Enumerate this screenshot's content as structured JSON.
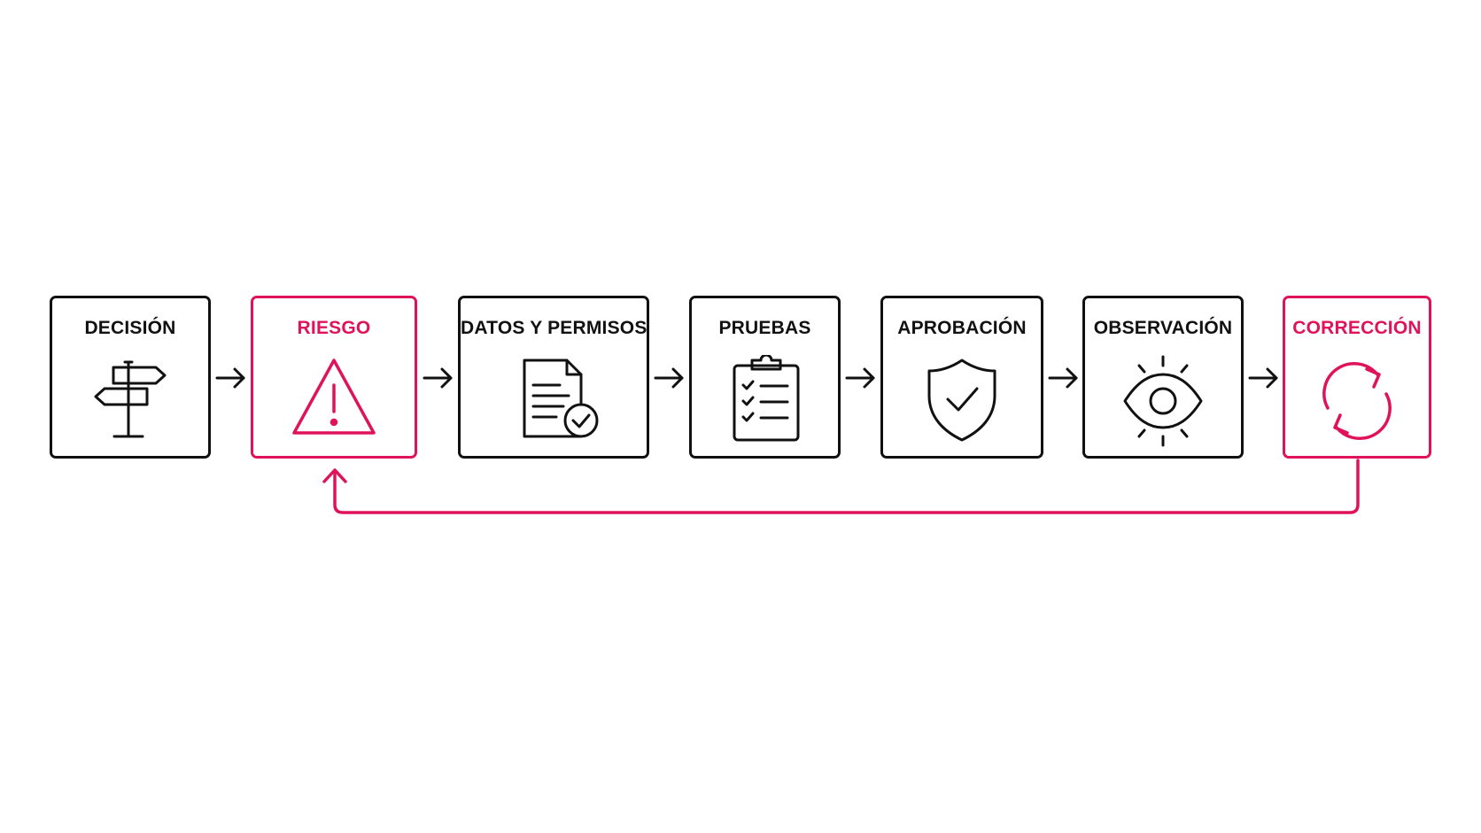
{
  "steps": [
    {
      "label": "DECISIÓN",
      "icon": "signpost-icon",
      "accent": false
    },
    {
      "label": "RIESGO",
      "icon": "warning-icon",
      "accent": true
    },
    {
      "label": "DATOS Y PERMISOS",
      "icon": "document-check-icon",
      "accent": false
    },
    {
      "label": "PRUEBAS",
      "icon": "clipboard-checklist-icon",
      "accent": false
    },
    {
      "label": "APROBACIÓN",
      "icon": "shield-check-icon",
      "accent": false
    },
    {
      "label": "OBSERVACIÓN",
      "icon": "eye-icon",
      "accent": false
    },
    {
      "label": "CORRECCIÓN",
      "icon": "refresh-cycle-icon",
      "accent": true
    }
  ],
  "colors": {
    "stroke": "#111111",
    "accent": "#e0135a",
    "background": "#ffffff"
  },
  "feedback_loop": {
    "from": "CORRECCIÓN",
    "to": "RIESGO"
  }
}
